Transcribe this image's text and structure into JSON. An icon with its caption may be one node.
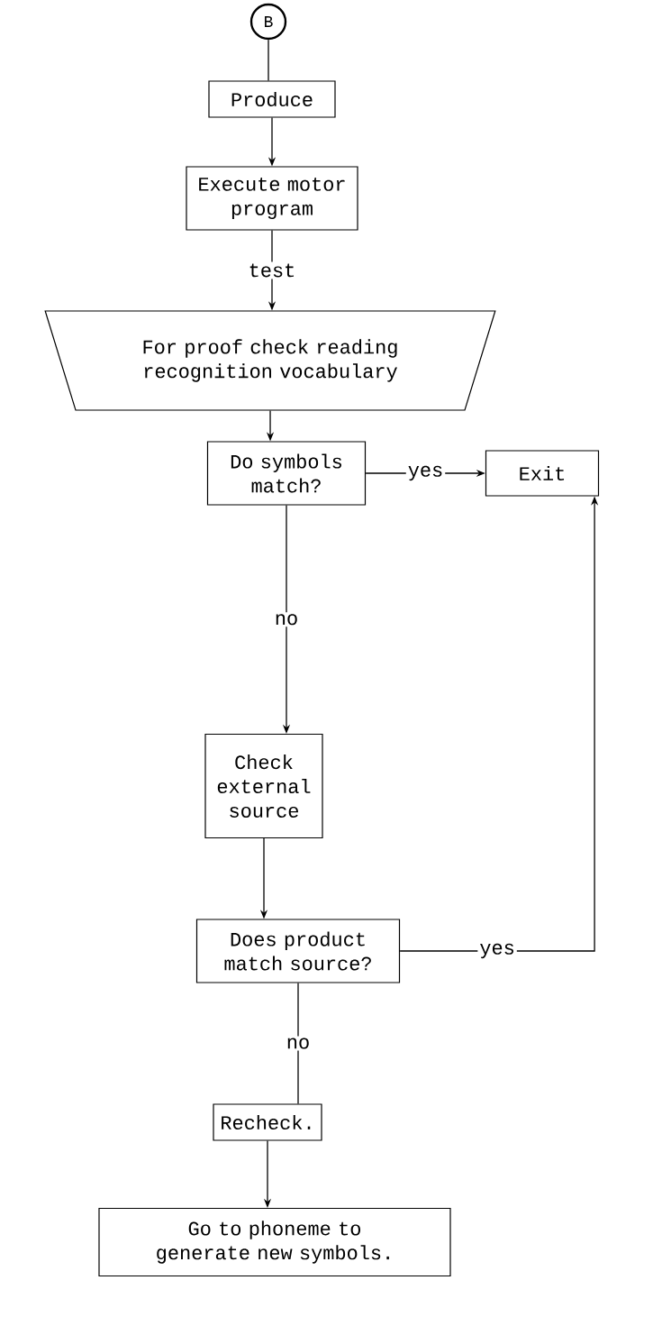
{
  "diagram": {
    "nodes": [
      {
        "text": [
          "B"
        ]
      },
      {
        "text": [
          "Produce"
        ]
      },
      {
        "text": [
          "Execute motor program"
        ]
      },
      {
        "text": [
          "For proof check reading recognition vocabulary"
        ]
      },
      {
        "text": [
          "Do symbols match?"
        ]
      },
      {
        "text": [
          "Exit"
        ]
      },
      {
        "text": [
          "Check external source"
        ]
      },
      {
        "text": [
          "Does product match source?"
        ]
      },
      {
        "text": [
          "Recheck."
        ]
      },
      {
        "text": [
          "Go to phoneme to generate new symbols."
        ]
      }
    ],
    "edges": [
      {
        "from": 0,
        "to": 1,
        "arrow": "none"
      },
      {
        "from": 1,
        "to": 2,
        "arrow": "to"
      },
      {
        "from": 2,
        "to": 3,
        "arrow": "to",
        "label": "test"
      },
      {
        "from": 3,
        "to": 4,
        "arrow": "to"
      },
      {
        "from": 4,
        "to": 5,
        "arrow": "to",
        "label": "yes"
      },
      {
        "from": 4,
        "to": 6,
        "arrow": "to",
        "label": "no"
      },
      {
        "from": 7,
        "to": 5,
        "arrow": "to",
        "label": "yes"
      },
      {
        "from": 6,
        "to": 7,
        "arrow": "to"
      },
      {
        "from": 7,
        "to": 8,
        "arrow": "none",
        "label": "no"
      },
      {
        "from": 8,
        "to": 9,
        "arrow": "to"
      }
    ]
  }
}
